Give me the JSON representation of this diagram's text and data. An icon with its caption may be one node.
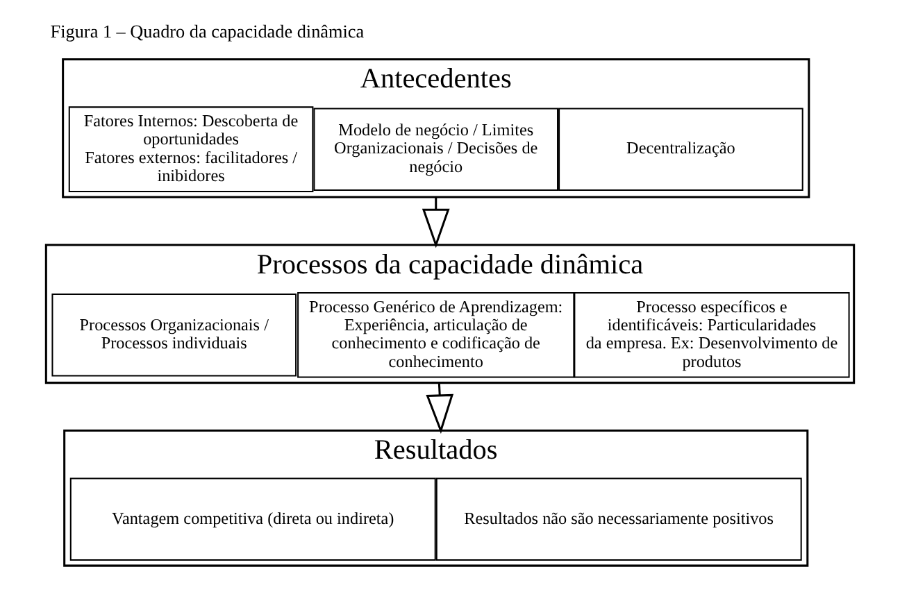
{
  "diagram": {
    "title": "Figura 1 – Quadro da capacidade dinâmica",
    "nodes": [
      {
        "text": [
          "Antecedentes"
        ]
      },
      {
        "text": [
          "Fatores Internos: Descoberta de oportunidades",
          "Fatores externos: facilitadores / inibidores"
        ],
        "in": 0
      },
      {
        "text": [
          "Modelo de negócio / Limites Organizacionais / Decisões de negócio"
        ],
        "in": 0
      },
      {
        "text": [
          "Decentralização"
        ],
        "in": 0
      },
      {
        "text": [
          "Processos da capacidade dinâmica"
        ]
      },
      {
        "text": [
          "Processos Organizacionais / Processos individuais"
        ],
        "in": 4
      },
      {
        "text": [
          "Processo Genérico de Aprendizagem: Experiência, articulação de conhecimento e codificação de conhecimento"
        ],
        "in": 4
      },
      {
        "text": [
          "Processo específicos e identificáveis: Particularidades da empresa. Ex: Desenvolvimento de produtos"
        ],
        "in": 4
      },
      {
        "text": [
          "Resultados"
        ]
      },
      {
        "text": [
          "Vantagem competitiva (direta ou indireta)"
        ],
        "in": 8
      },
      {
        "text": [
          "Resultados não são necessariamente positivos"
        ],
        "in": 8
      }
    ],
    "edges": [
      {
        "from": 0,
        "to": 4,
        "arrow": "to"
      },
      {
        "from": 4,
        "to": 8,
        "arrow": "to"
      }
    ]
  }
}
